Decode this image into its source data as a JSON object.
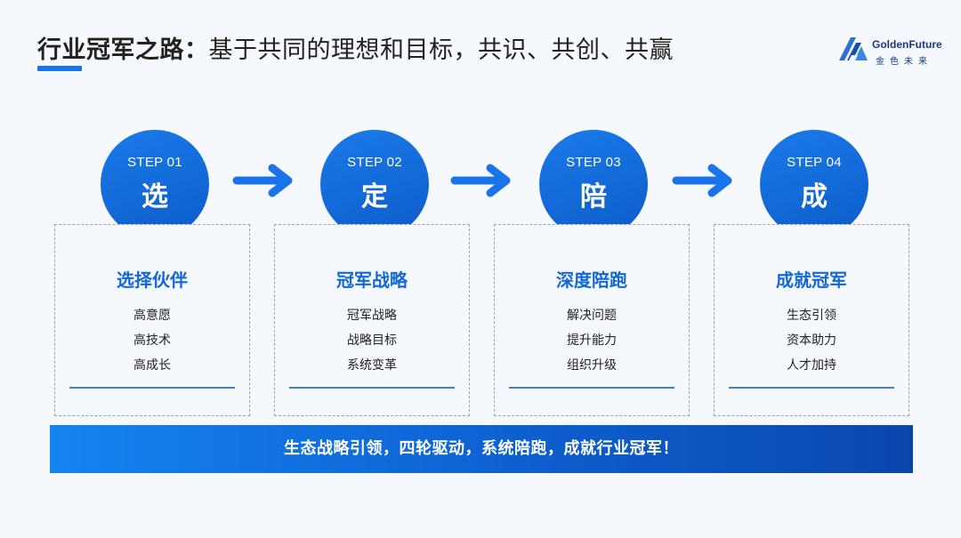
{
  "title": {
    "main": "行业冠军之路：",
    "sub": "基于共同的理想和目标，共识、共创、共赢"
  },
  "logo": {
    "name": "GoldenFuture",
    "sub": "金色未来"
  },
  "steps": [
    {
      "step": "STEP 01",
      "char": "选",
      "heading": "选择伙伴",
      "items": [
        "高意愿",
        "高技术",
        "高成长"
      ]
    },
    {
      "step": "STEP 02",
      "char": "定",
      "heading": "冠军战略",
      "items": [
        "冠军战略",
        "战略目标",
        "系统变革"
      ]
    },
    {
      "step": "STEP 03",
      "char": "陪",
      "heading": "深度陪跑",
      "items": [
        "解决问题",
        "提升能力",
        "组织升级"
      ]
    },
    {
      "step": "STEP 04",
      "char": "成",
      "heading": "成就冠军",
      "items": [
        "生态引领",
        "资本助力",
        "人才加持"
      ]
    }
  ],
  "banner": "生态战略引领，四轮驱动，系统陪跑，成就行业冠军！",
  "colors": {
    "accent": "#1a73e8",
    "heading": "#1467d6",
    "background": "#f5f9fe"
  }
}
